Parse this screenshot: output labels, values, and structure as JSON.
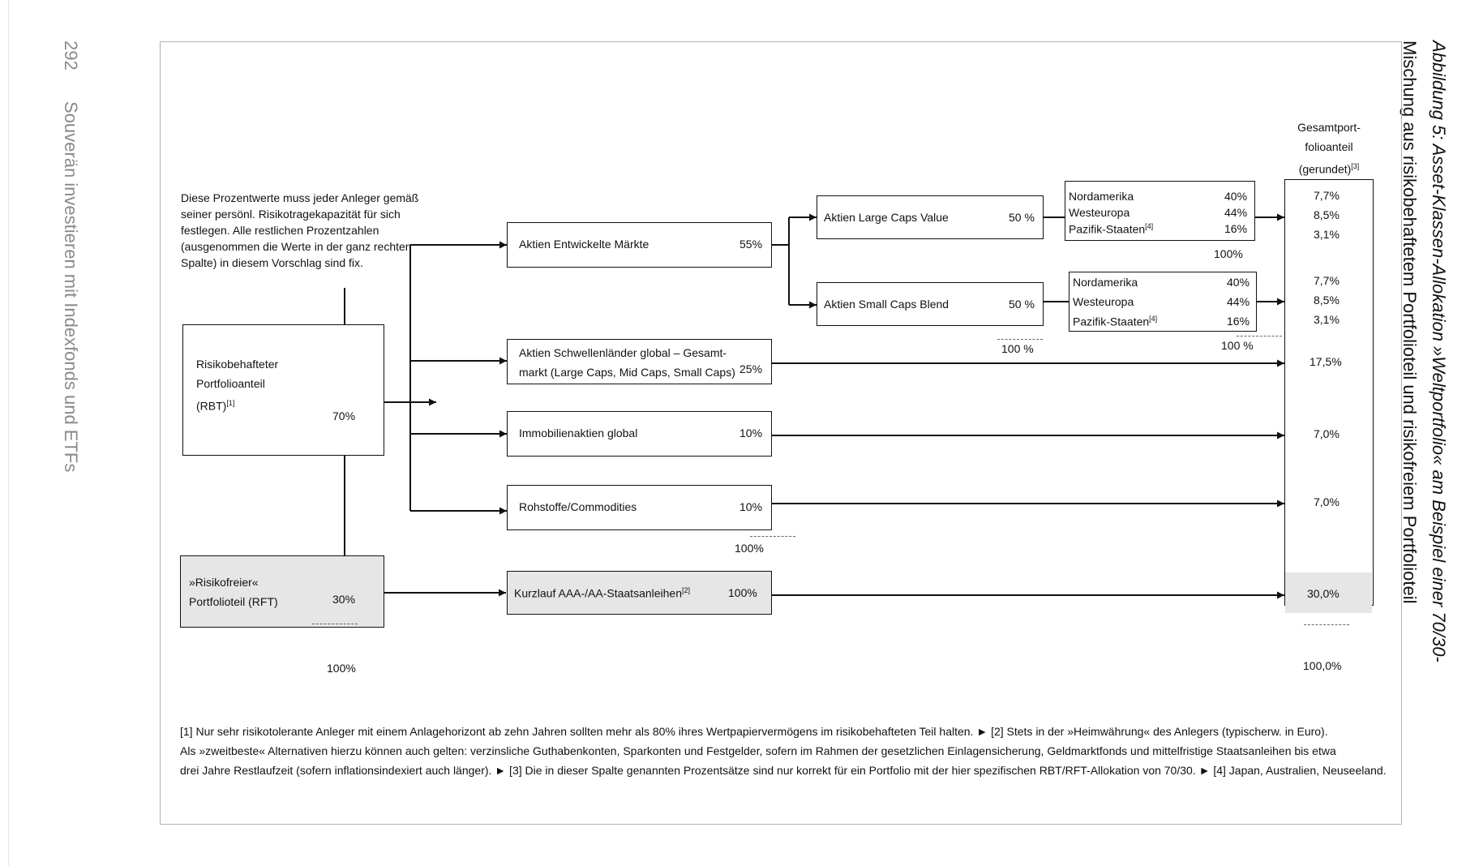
{
  "page": {
    "number": "292",
    "running_title": "Souverän investieren mit Indexfonds und ETFs",
    "caption_line1": "Abbildung 5: Asset-Klassen-Allokation »Weltportfolio« am Beispiel einer 70/30-",
    "caption_line2": "Mischung aus risikobehaftetem Portfolioteil und risikofreiem Portfolioteil"
  },
  "diagram": {
    "note": [
      "Diese Prozentwerte muss jeder Anleger gemäß",
      "seiner persönl. Risikotragekapazität für sich",
      "festlegen. Alle restlichen Prozentzahlen",
      "(ausgenommen die Werte in der ganz rechten",
      "Spalte) in diesem Vorschlag sind fix."
    ],
    "rbt": {
      "line1": "Risikobehafteter",
      "line2": "Portfolioanteil",
      "line3": "(RBT)",
      "ref": "[1]",
      "pct": "70%"
    },
    "rft": {
      "line1": "»Risikofreier«",
      "line2": "Portfolioteil (RFT)",
      "pct": "30%"
    },
    "left_total": "100%",
    "mid": [
      {
        "label": "Aktien Entwickelte Märkte",
        "pct": "55%"
      },
      {
        "label1": "Aktien Schwellenländer global – Gesamt-",
        "label2": "markt (Large Caps, Mid Caps, Small Caps)",
        "pct": "25%"
      },
      {
        "label": "Immobilienaktien global",
        "pct": "10%"
      },
      {
        "label": "Rohstoffe/Commodities",
        "pct": "10%"
      }
    ],
    "mid_total": "100%",
    "bond": {
      "label": "Kurzlauf AAA-/AA-Staatsanleihen",
      "ref": "[2]",
      "pct": "100%"
    },
    "caps": [
      {
        "label": "Aktien Large Caps Value",
        "pct": "50 %"
      },
      {
        "label": "Aktien Small Caps Blend",
        "pct": "50 %"
      }
    ],
    "caps_total": "100 %",
    "regions_large": [
      {
        "name": "Nordamerika",
        "pct": "40%"
      },
      {
        "name": "Westeuropa",
        "pct": "44%"
      },
      {
        "name": "Pazifik-Staaten",
        "ref": "[4]",
        "pct": "16%"
      }
    ],
    "regions_large_total": "100%",
    "regions_small": [
      {
        "name": "Nordamerika",
        "pct": "40%"
      },
      {
        "name": "Westeuropa",
        "pct": "44%"
      },
      {
        "name": "Pazifik-Staaten",
        "ref": "[4]",
        "pct": "16%"
      }
    ],
    "regions_small_total": "100 %",
    "total_header": {
      "line1": "Gesamtport-",
      "line2": "folioanteil",
      "line3": "(gerundet)",
      "ref": "[3]"
    },
    "totals": [
      "7,7%",
      "8,5%",
      "3,1%",
      "7,7%",
      "8,5%",
      "3,1%",
      "17,5%",
      "7,0%",
      "7,0%",
      "30,0%"
    ],
    "grand_total": "100,0%"
  },
  "footnotes": [
    "[1] Nur sehr risikotolerante Anleger mit einem Anlagehorizont ab zehn Jahren sollten mehr als 80% ihres Wertpapiervermögens im risikobehafteten Teil halten. ► [2] Stets in der »Heimwährung« des Anlegers (typischerw. in Euro).",
    "Als »zweitbeste« Alternativen hierzu können auch gelten: verzinsliche Guthabenkonten, Sparkonten und Festgelder, sofern im Rahmen der gesetzlichen Einlagensicherung, Geldmarktfonds und mittelfristige Staatsanleihen bis etwa",
    "drei Jahre Restlaufzeit (sofern inflationsindexiert auch länger). ► [3] Die in dieser Spalte genannten Prozentsätze sind nur korrekt für ein Portfolio mit der hier spezifischen RBT/RFT-Allokation von 70/30. ► [4] Japan, Australien, Neuseeland."
  ]
}
